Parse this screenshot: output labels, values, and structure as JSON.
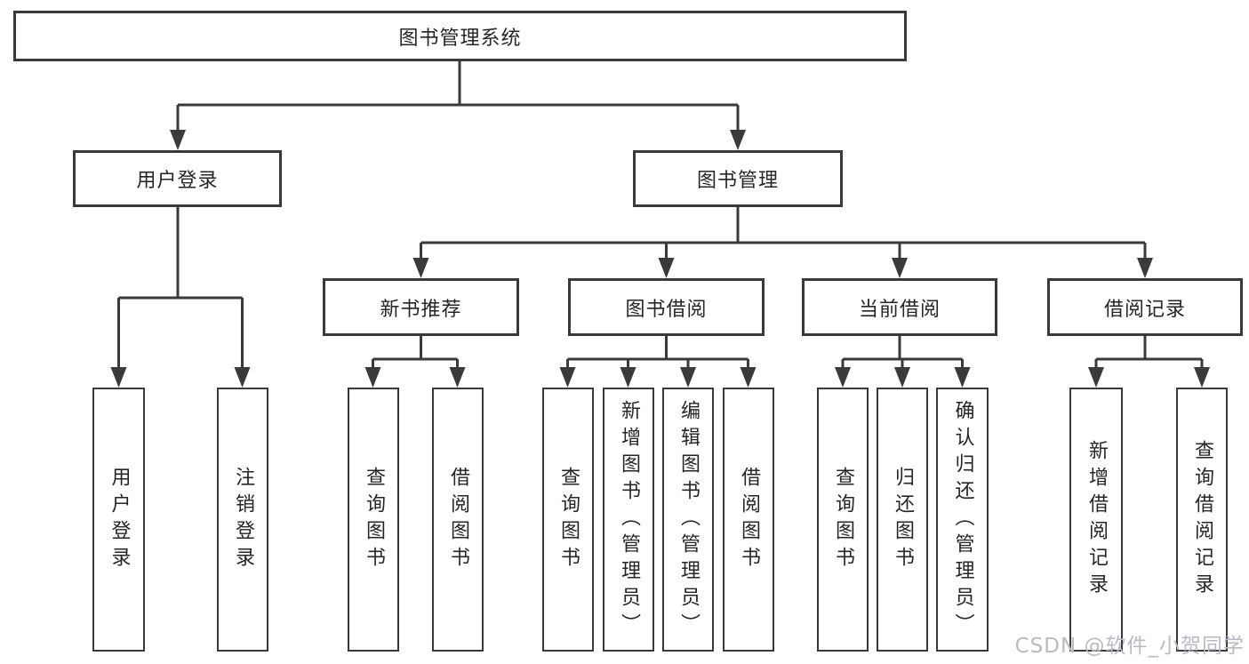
{
  "watermark": "CSDN @软件_小贺同学",
  "colors": {
    "line": "#3a3a3a",
    "box_border": "#3a3a3a",
    "text": "#262626",
    "background": "#ffffff",
    "watermark": "#b9bac4"
  },
  "tree": {
    "root": {
      "label": "图书管理系统"
    },
    "branches": [
      {
        "label": "用户登录",
        "children": [
          {
            "label": "用户登录"
          },
          {
            "label": "注销登录"
          }
        ]
      },
      {
        "label": "图书管理",
        "children": [
          {
            "label": "新书推荐",
            "children": [
              {
                "label": "查询图书"
              },
              {
                "label": "借阅图书"
              }
            ]
          },
          {
            "label": "图书借阅",
            "children": [
              {
                "label": "查询图书"
              },
              {
                "label": "新增图书（管理员）"
              },
              {
                "label": "编辑图书（管理员）"
              },
              {
                "label": "借阅图书"
              }
            ]
          },
          {
            "label": "当前借阅",
            "children": [
              {
                "label": "查询图书"
              },
              {
                "label": "归还图书"
              },
              {
                "label": "确认归还（管理员）"
              }
            ]
          },
          {
            "label": "借阅记录",
            "children": [
              {
                "label": "新增借阅记录"
              },
              {
                "label": "查询借阅记录"
              }
            ]
          }
        ]
      }
    ]
  }
}
